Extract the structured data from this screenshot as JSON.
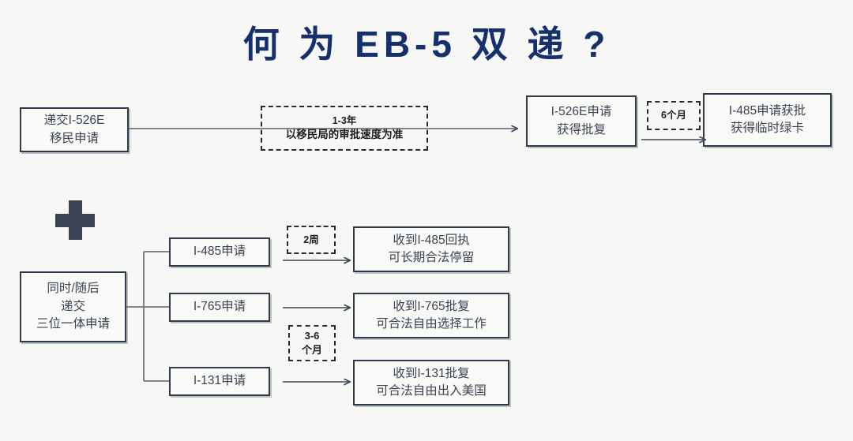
{
  "title": "何 为 EB-5 双 递 ?",
  "theme": {
    "page_background": "#f7f7f5",
    "title_color": "#16306e",
    "box_border": "#2c3a4b",
    "box_text": "#3a4452",
    "note_border": "#2a2a2a",
    "accent_plus": "#3a4352"
  },
  "track_one": {
    "start_box": {
      "line1": "递交I-526E",
      "line2": "移民申请"
    },
    "duration_note": {
      "line1": "1-3年",
      "line2": "以移民局的审批速度为准"
    },
    "approval_box": {
      "line1": "I-526E申请",
      "line2": "获得批复"
    },
    "gap_note": {
      "line1": "6个月"
    },
    "green_card_box": {
      "line1": "I-485申请获批",
      "line2": "获得临时绿卡"
    }
  },
  "plus_symbol": "plus-sign",
  "track_two": {
    "start_box": {
      "line1": "同时/随后",
      "line2": "递交",
      "line3": "三位一体申请"
    },
    "branches": [
      {
        "application": "I-485申请",
        "note": {
          "line1": "2周"
        },
        "result": {
          "line1": "收到I-485回执",
          "line2": "可长期合法停留"
        }
      },
      {
        "application": "I-765申请",
        "note": null,
        "result": {
          "line1": "收到I-765批复",
          "line2": "可合法自由选择工作"
        }
      },
      {
        "application": "I-131申请",
        "note": null,
        "result": {
          "line1": "收到I-131批复",
          "line2": "可合法自由出入美国"
        }
      }
    ],
    "shared_note": {
      "line1": "3-6",
      "line2": "个月"
    }
  }
}
